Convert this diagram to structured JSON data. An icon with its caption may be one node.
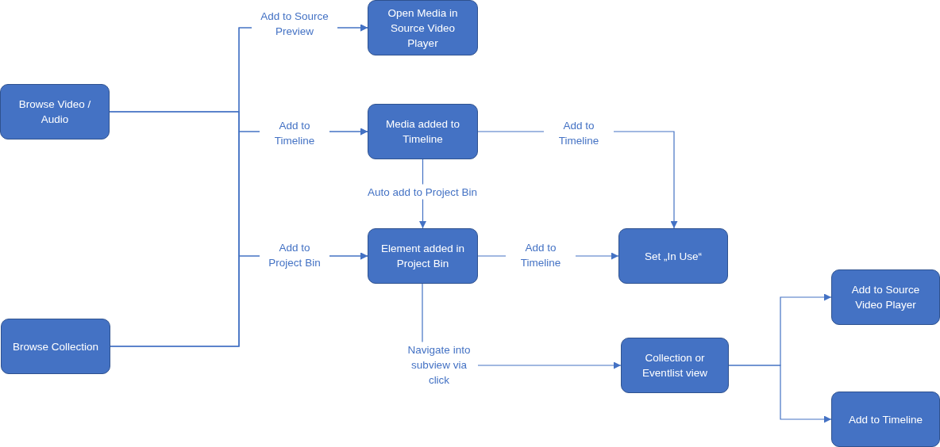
{
  "diagram": {
    "nodes": [
      {
        "text": [
          "Browse Video / Audio"
        ]
      },
      {
        "text": [
          "Browse Collection"
        ]
      },
      {
        "text": [
          "Open Media in Source Video Player"
        ]
      },
      {
        "text": [
          "Media added to Timeline"
        ]
      },
      {
        "text": [
          "Element added in Project Bin"
        ]
      },
      {
        "text": [
          "Set „In Use“"
        ]
      },
      {
        "text": [
          "Collection or Eventlist view"
        ]
      },
      {
        "text": [
          "Add to Source Video Player"
        ]
      },
      {
        "text": [
          "Add to Timeline"
        ]
      }
    ],
    "edges": [
      {
        "from": 0,
        "to": 2,
        "arrow": "to",
        "label": "Add to Source Preview"
      },
      {
        "from": 0,
        "to": 3,
        "arrow": "to",
        "label": "Add to Timeline"
      },
      {
        "from": 0,
        "to": 4,
        "arrow": "to",
        "label": "Add to Project Bin"
      },
      {
        "from": 1,
        "to": 2,
        "arrow": "to"
      },
      {
        "from": 1,
        "to": 3,
        "arrow": "to"
      },
      {
        "from": 1,
        "to": 4,
        "arrow": "to"
      },
      {
        "from": 3,
        "to": 4,
        "arrow": "to",
        "label": "Auto add to Project Bin"
      },
      {
        "from": 3,
        "to": 5,
        "arrow": "to",
        "label": "Add to Timeline"
      },
      {
        "from": 4,
        "to": 5,
        "arrow": "to",
        "label": "Add to Timeline"
      },
      {
        "from": 4,
        "to": 6,
        "arrow": "to",
        "label": "Navigate into subview via click"
      },
      {
        "from": 6,
        "to": 7,
        "arrow": "to"
      },
      {
        "from": 6,
        "to": 8,
        "arrow": "to"
      }
    ]
  }
}
